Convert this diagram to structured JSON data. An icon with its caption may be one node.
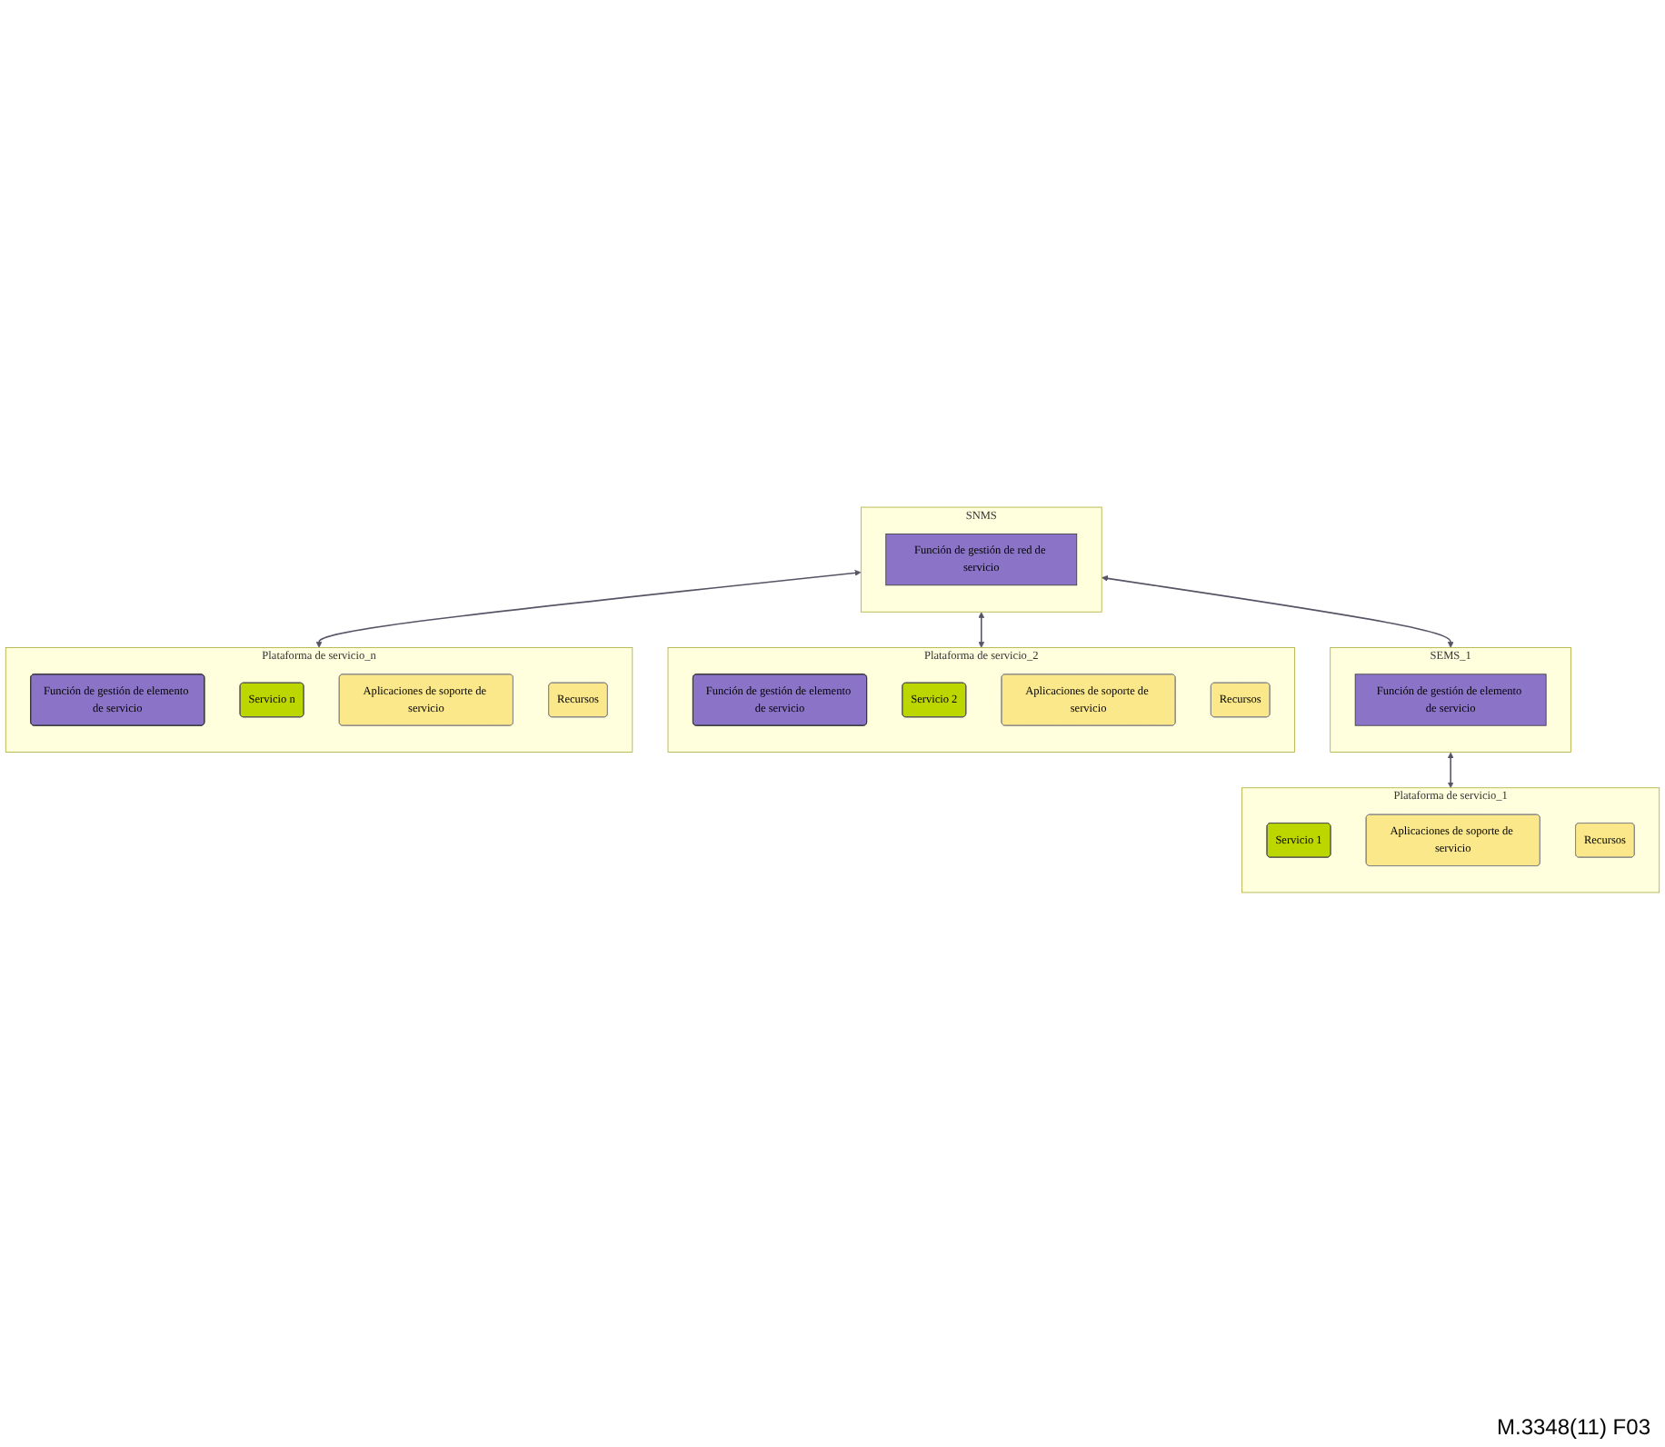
{
  "diagram": {
    "nodes": [
      {
        "text": [
          "SNMS"
        ]
      },
      {
        "text": [
          "Función de gestión de red de servicio"
        ],
        "in": 0
      },
      {
        "text": [
          "SEMS_1"
        ]
      },
      {
        "text": [
          "Función de gestión de elemento de servicio"
        ],
        "in": 2
      },
      {
        "text": [
          "Plataforma de servicio_1"
        ]
      },
      {
        "text": [
          "Servicio 1"
        ],
        "in": 4
      },
      {
        "text": [
          "Aplicaciones de soporte de servicio"
        ],
        "in": 4
      },
      {
        "text": [
          "Recursos"
        ],
        "in": 4
      },
      {
        "text": [
          "Plataforma de servicio_2"
        ]
      },
      {
        "text": [
          "Función de gestión de elemento de servicio"
        ],
        "in": 8
      },
      {
        "text": [
          "Servicio 2"
        ],
        "in": 8
      },
      {
        "text": [
          "Aplicaciones de soporte de servicio"
        ],
        "in": 8
      },
      {
        "text": [
          "Recursos"
        ],
        "in": 8
      },
      {
        "text": [
          "Plataforma de servicio_n"
        ]
      },
      {
        "text": [
          "Función de gestión de elemento de servicio"
        ],
        "in": 13
      },
      {
        "text": [
          "Servicio n"
        ],
        "in": 13
      },
      {
        "text": [
          "Aplicaciones de soporte de servicio"
        ],
        "in": 13
      },
      {
        "text": [
          "Recursos"
        ],
        "in": 13
      }
    ],
    "edges": [
      {
        "from": 0,
        "to": 2,
        "arrow": "both"
      },
      {
        "from": 2,
        "to": 4,
        "arrow": "both"
      },
      {
        "from": 0,
        "to": 8,
        "arrow": "both"
      },
      {
        "from": 0,
        "to": 13,
        "arrow": "both"
      }
    ],
    "labels": [
      "M.3348(11) F03"
    ]
  }
}
